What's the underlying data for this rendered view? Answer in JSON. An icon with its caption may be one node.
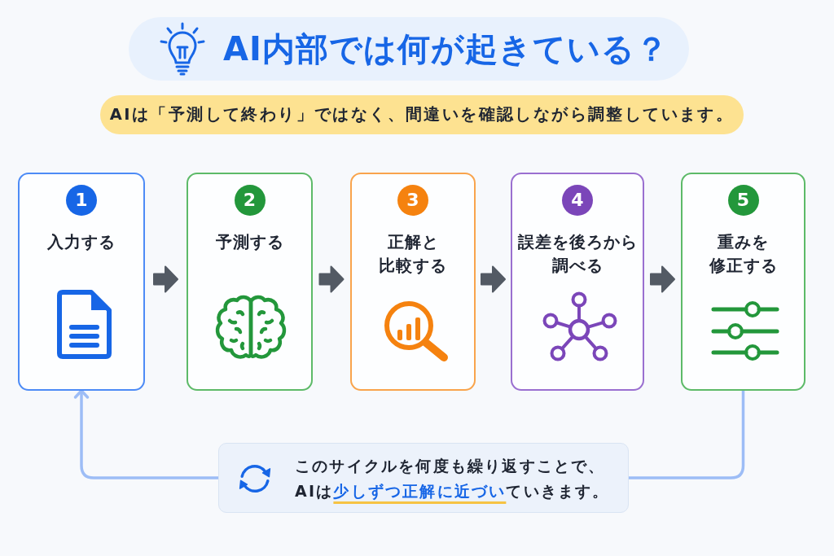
{
  "diagram": {
    "title": "AI内部では何が起きている？",
    "nodes": [
      {
        "text": [
          "AIは「予測して終わり」ではなく、間違いを確認しながら調整しています。"
        ]
      },
      {
        "text": [
          "1",
          "入力する"
        ]
      },
      {
        "text": [
          "2",
          "予測する"
        ]
      },
      {
        "text": [
          "3",
          "正解と比較する"
        ]
      },
      {
        "text": [
          "4",
          "誤差を後ろから調べる"
        ]
      },
      {
        "text": [
          "5",
          "重みを修正する"
        ]
      },
      {
        "text": [
          "このサイクルを何度も繰り返すことで、AIは**少しずつ正解に近づい**ていきます。"
        ]
      }
    ],
    "edges": [
      {
        "from": 1,
        "to": 2,
        "arrow": "to"
      },
      {
        "from": 2,
        "to": 3,
        "arrow": "to"
      },
      {
        "from": 3,
        "to": 4,
        "arrow": "to"
      },
      {
        "from": 4,
        "to": 5,
        "arrow": "to"
      },
      {
        "from": 5,
        "to": 6,
        "arrow": "none",
        "color": "#9dbdf6"
      },
      {
        "from": 6,
        "to": 1,
        "arrow": "to",
        "color": "#9dbdf6"
      }
    ]
  }
}
